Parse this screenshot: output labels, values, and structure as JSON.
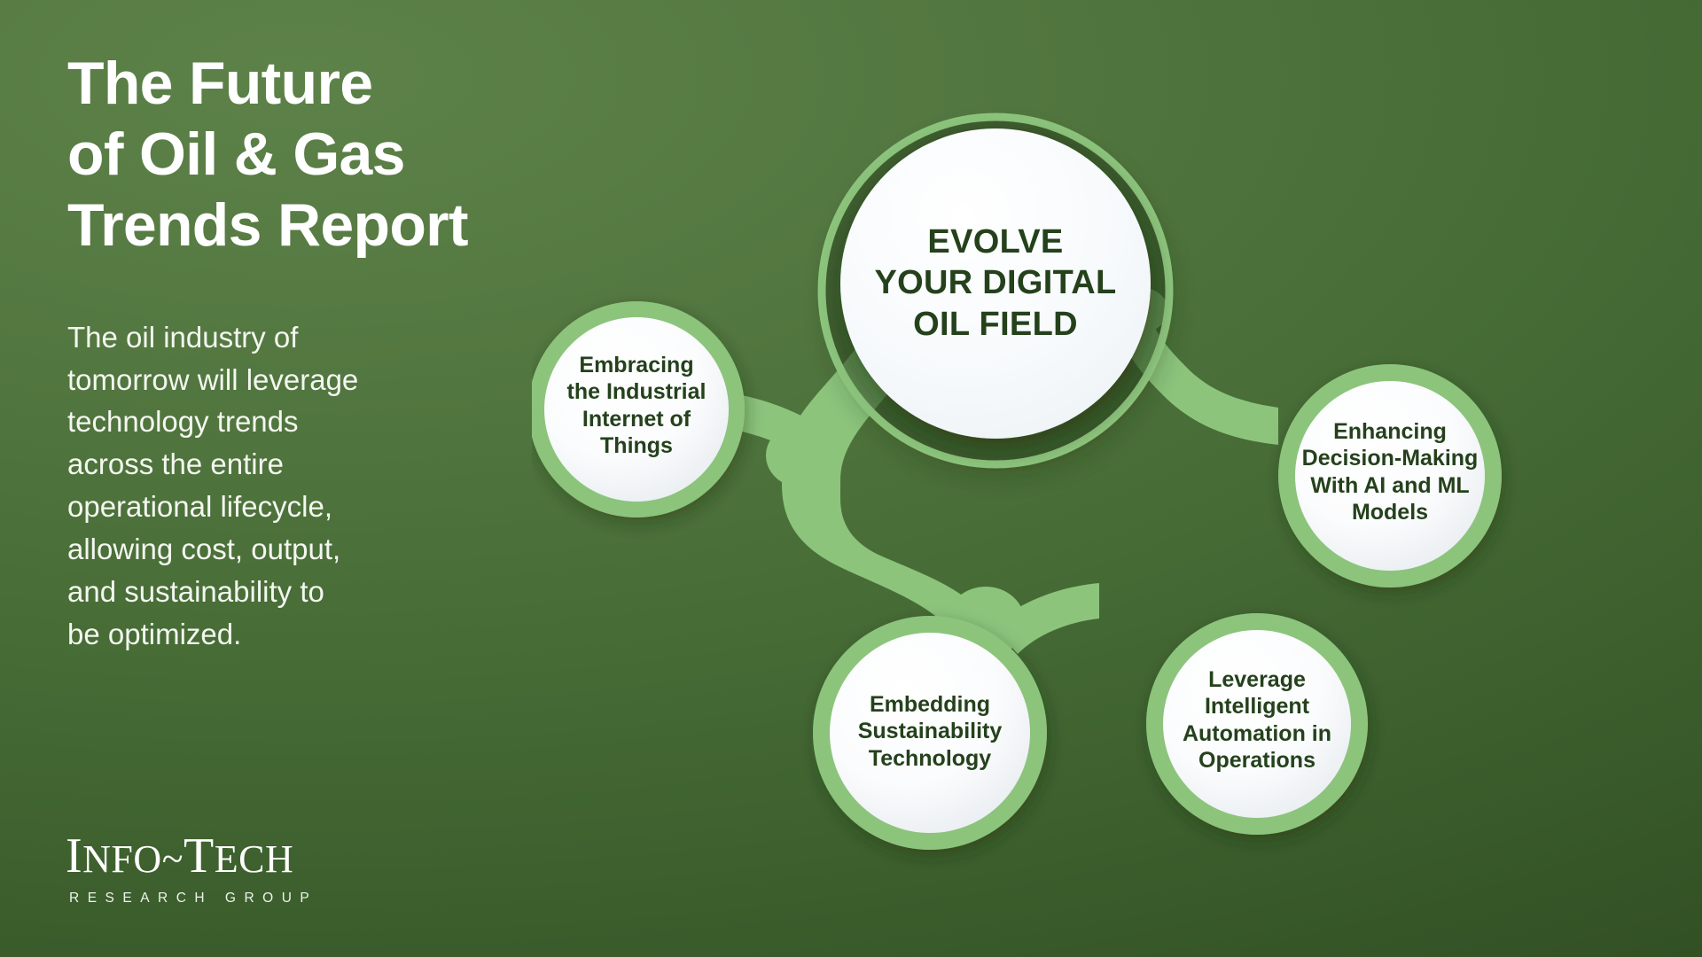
{
  "headline": "The Future\nof Oil & Gas\nTrends Report",
  "subcopy": "The oil industry of\ntomorrow will leverage\ntechnology trends\nacross the entire\noperational lifecycle,\nallowing cost, output,\nand sustainability to\nbe optimized.",
  "logo": {
    "name_part1_cap": "I",
    "name_part1": "NFO",
    "tilde": "~",
    "name_part2_cap": "T",
    "name_part2": "ECH",
    "tagline": "RESEARCH GROUP",
    "full_text": "INFO~TECH RESEARCH GROUP"
  },
  "diagram": {
    "center_node": {
      "label": "EVOLVE\nYOUR DIGITAL\nOIL FIELD"
    },
    "satellites": [
      {
        "id": "iiot",
        "label": "Embracing\nthe Industrial\nInternet of\nThings"
      },
      {
        "id": "ai-ml",
        "label": "Enhancing\nDecision-Making\nWith AI and ML\nModels"
      },
      {
        "id": "sustainability",
        "label": "Embedding\nSustainability\nTechnology"
      },
      {
        "id": "automation",
        "label": "Leverage\nIntelligent\nAutomation in\nOperations"
      }
    ]
  },
  "colors": {
    "background_light": "#5d8249",
    "background_dark": "#2f4c22",
    "accent_green": "#8cc47c",
    "node_fill": "#f7fafc",
    "text_dark_green": "#24411c",
    "text_white": "#ffffff"
  }
}
